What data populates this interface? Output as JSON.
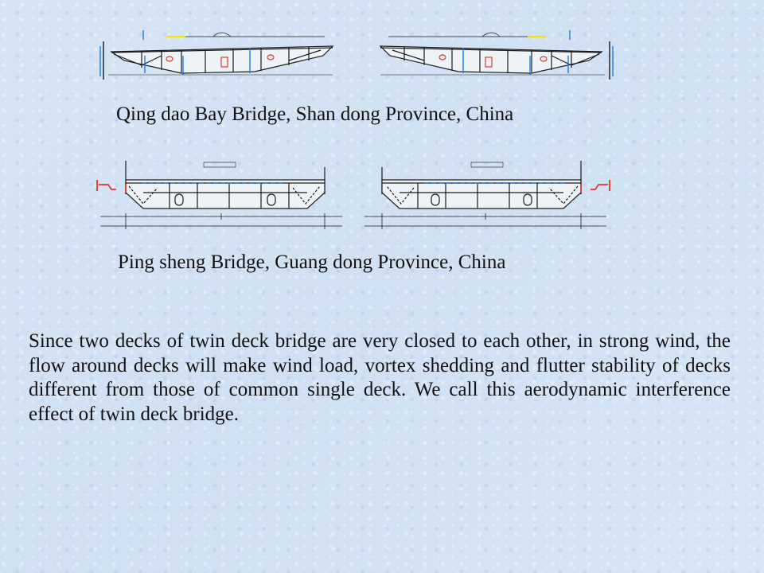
{
  "captions": {
    "qingdao": "Qing dao Bay Bridge, Shan dong Province, China",
    "pingsheng": "Ping sheng Bridge, Guang dong Province, China"
  },
  "paragraph": "Since two decks of twin deck bridge are very closed to each other, in strong wind, the flow around decks will make wind load, vortex shedding and flutter stability of decks different from those of common single deck. We call this aerodynamic interference effect of twin deck bridge.",
  "colors": {
    "background": "#d3e3f4",
    "line": "#1a1a1a",
    "accent_blue": "#1e7be0",
    "accent_red": "#e03a2a",
    "accent_yellow": "#f2e40a",
    "accent_green": "#2fa35a"
  }
}
